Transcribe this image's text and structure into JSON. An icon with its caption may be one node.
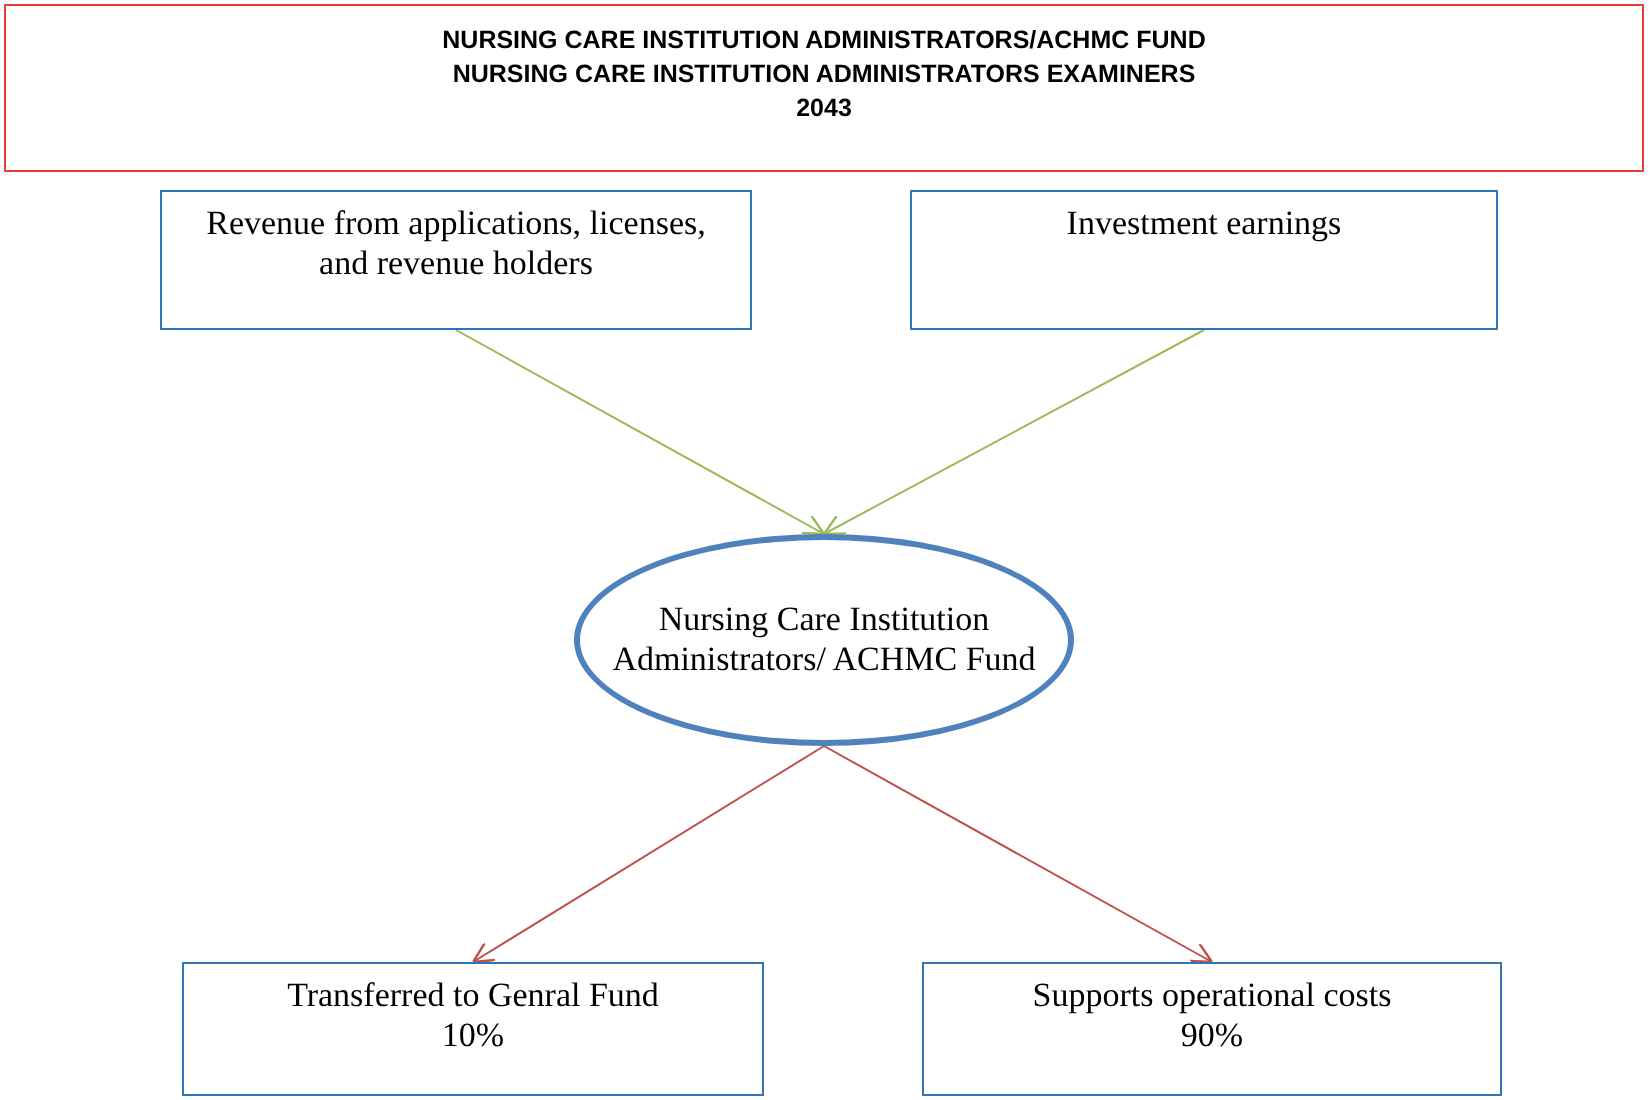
{
  "diagram": {
    "nodes": [
      {
        "text": [
          "NURSING CARE INSTITUTION ADMINISTRATORS/ACHMC FUND",
          "NURSING CARE INSTITUTION ADMINISTRATORS EXAMINERS",
          "2043"
        ]
      },
      {
        "text": [
          "Revenue from applications, licenses, and revenue holders"
        ]
      },
      {
        "text": [
          "Investment earnings"
        ]
      },
      {
        "text": [
          "Nursing Care Institution Administrators/ ACHMC Fund"
        ]
      },
      {
        "text": [
          "Transferred to Genral Fund",
          "10%"
        ]
      },
      {
        "text": [
          "Supports operational costs",
          "90%"
        ]
      }
    ],
    "edges": [
      {
        "from": 1,
        "to": 3,
        "arrow": "to",
        "color": "#9bbb59"
      },
      {
        "from": 2,
        "to": 3,
        "arrow": "to",
        "color": "#9bbb59"
      },
      {
        "from": 3,
        "to": 4,
        "arrow": "to",
        "color": "#c0504d"
      },
      {
        "from": 3,
        "to": 5,
        "arrow": "to",
        "color": "#c0504d"
      }
    ]
  }
}
